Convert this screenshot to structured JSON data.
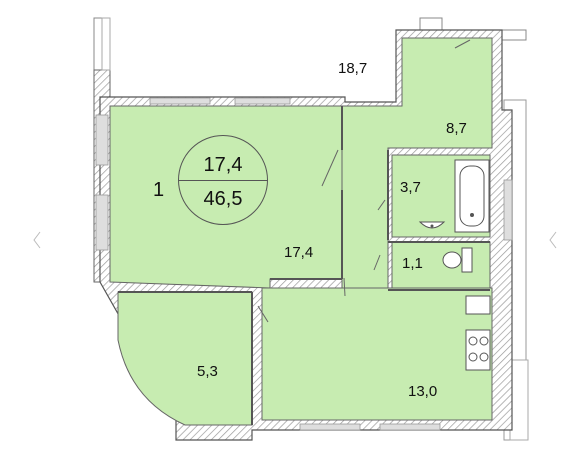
{
  "apartment": {
    "rooms_count": "1",
    "living_area": "17,4",
    "total_area": "46,5"
  },
  "rooms": {
    "balcony_top": "18,7",
    "hall": "8,7",
    "bathroom": "3,7",
    "toilet": "1,1",
    "living_room": "17,4",
    "loggia": "5,3",
    "kitchen": "13,0"
  },
  "colors": {
    "floor": "#c7ecb1",
    "wall": "#555555",
    "window": "#dedede",
    "hatch": "#9a9a9a"
  }
}
